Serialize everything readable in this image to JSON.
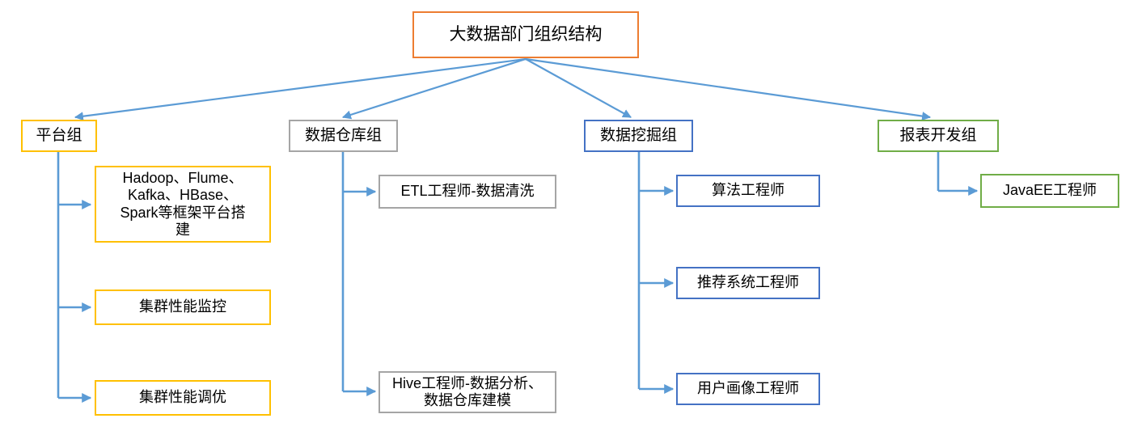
{
  "diagram": {
    "title": "大数据部门组织结构",
    "root": {
      "label": "大数据部门组织结构",
      "color": "#ED7D31"
    },
    "groups": [
      {
        "id": "platform",
        "label": "平台组",
        "color": "#FFC000",
        "children": [
          {
            "label": "Hadoop、Flume、\nKafka、HBase、\nSpark等框架平台搭\n建"
          },
          {
            "label": "集群性能监控"
          },
          {
            "label": "集群性能调优"
          }
        ]
      },
      {
        "id": "data-warehouse",
        "label": "数据仓库组",
        "color": "#A5A5A5",
        "children": [
          {
            "label": "ETL工程师-数据清洗"
          },
          {
            "label": "Hive工程师-数据分析、\n数据仓库建模"
          }
        ]
      },
      {
        "id": "data-mining",
        "label": "数据挖掘组",
        "color": "#4472C4",
        "children": [
          {
            "label": "算法工程师"
          },
          {
            "label": "推荐系统工程师"
          },
          {
            "label": "用户画像工程师"
          }
        ]
      },
      {
        "id": "report-dev",
        "label": "报表开发组",
        "color": "#70AD47",
        "children": [
          {
            "label": "JavaEE工程师"
          }
        ]
      }
    ],
    "connector_color": "#5B9BD5"
  }
}
